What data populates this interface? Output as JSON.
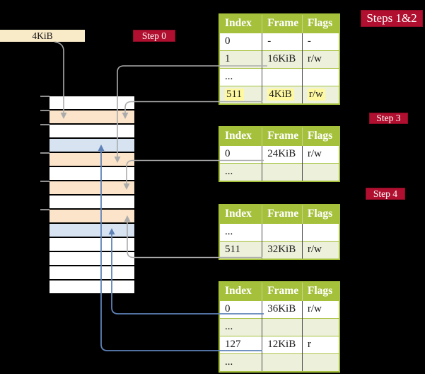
{
  "label_box": {
    "text": "4KiB"
  },
  "badges": {
    "step0": "Step 0",
    "steps12": "Steps 1&2",
    "step3": "Step 3",
    "step4": "Step 4"
  },
  "tables": {
    "t1": {
      "headers": [
        "Index",
        "Frame",
        "Flags"
      ],
      "rows": [
        [
          "0",
          "-",
          "-"
        ],
        [
          "1",
          "16KiB",
          "r/w"
        ],
        [
          "...",
          "",
          ""
        ],
        [
          "511",
          "4KiB",
          "r/w"
        ]
      ],
      "highlighted_row": "511"
    },
    "t2": {
      "headers": [
        "Index",
        "Frame",
        "Flags"
      ],
      "rows": [
        [
          "0",
          "24KiB",
          "r/w"
        ],
        [
          "...",
          "",
          ""
        ]
      ]
    },
    "t3": {
      "headers": [
        "Index",
        "Frame",
        "Flags"
      ],
      "rows": [
        [
          "...",
          "",
          ""
        ],
        [
          "511",
          "32KiB",
          "r/w"
        ]
      ]
    },
    "t4": {
      "headers": [
        "Index",
        "Frame",
        "Flags"
      ],
      "rows": [
        [
          "0",
          "36KiB",
          "r/w"
        ],
        [
          "...",
          "",
          ""
        ],
        [
          "127",
          "12KiB",
          "r"
        ],
        [
          "...",
          "",
          ""
        ]
      ]
    }
  },
  "memory": {
    "row_colors": [
      "white",
      "peach",
      "white",
      "blue",
      "peach",
      "white",
      "peach",
      "white",
      "peach",
      "blue",
      "white",
      "white",
      "white",
      "white"
    ],
    "ticks": [
      0,
      1,
      2,
      4,
      6,
      8
    ]
  },
  "colors": {
    "table_header_green": "#A5C13C",
    "table_row_alt_green": "#EDF1DB",
    "highlight_yellow": "#FEF9A1",
    "frame_peach": "#FBE4CA",
    "frame_blue": "#D7E3F1",
    "label_cream": "#F9EBC8",
    "badge_red": "#B00F2F",
    "connector_gray": "#ACACAC",
    "connector_blue": "#5E82B8"
  }
}
